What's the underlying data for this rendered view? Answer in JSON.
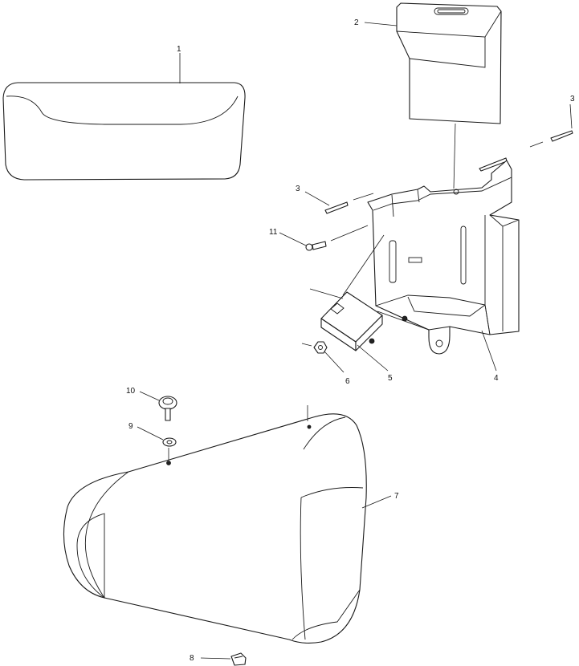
{
  "callouts": {
    "c1": "1",
    "c2": "2",
    "c3a": "3",
    "c3b": "3",
    "c4": "4",
    "c5": "5",
    "c6": "6",
    "c7": "7",
    "c8": "8",
    "c9": "9",
    "c10": "10",
    "c11": "11"
  },
  "colors": {
    "line": "#1a1a1a",
    "background": "#ffffff"
  }
}
